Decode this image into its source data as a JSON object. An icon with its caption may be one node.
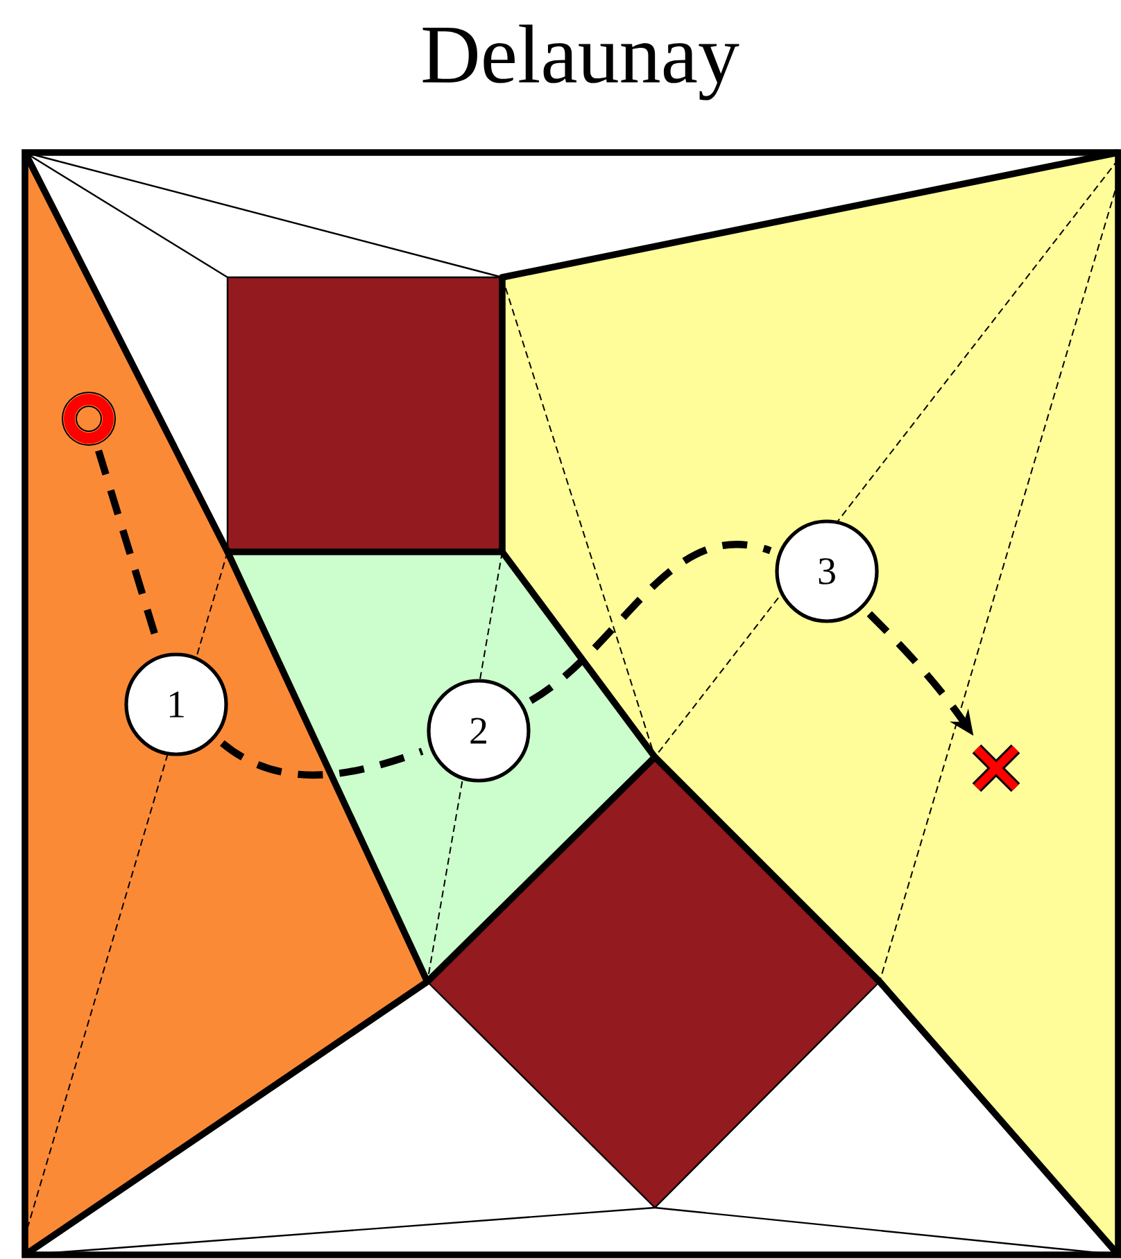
{
  "diagram": {
    "title": "Delaunay",
    "nodes": [
      {
        "text": [],
        "shape": "circle"
      },
      {
        "text": [
          "1"
        ]
      },
      {
        "text": [
          "2"
        ]
      },
      {
        "text": [
          "3"
        ]
      },
      {
        "text": [],
        "shape": "cross"
      }
    ],
    "edges": [
      {
        "from": 0,
        "to": 1,
        "arrow": "none",
        "style": "dashed"
      },
      {
        "from": 1,
        "to": 2,
        "arrow": "none",
        "style": "dashed"
      },
      {
        "from": 2,
        "to": 3,
        "arrow": "none",
        "style": "dashed"
      },
      {
        "from": 3,
        "to": 4,
        "arrow": "to",
        "style": "dashed"
      }
    ]
  }
}
